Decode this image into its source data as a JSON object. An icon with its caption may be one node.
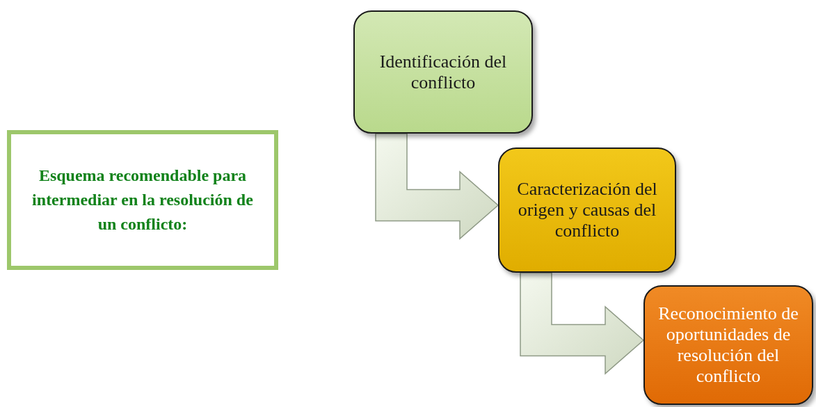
{
  "diagram": {
    "nodes": [
      {
        "text": [
          "Esquema recomendable para intermediar en la resolución de un conflicto:"
        ]
      },
      {
        "text": [
          "Identificación del conflicto"
        ]
      },
      {
        "text": [
          "Caracterización del origen y causas del conflicto"
        ]
      },
      {
        "text": [
          "Reconocimiento de oportunidades de resolución del conflicto"
        ]
      }
    ],
    "edges": [
      {
        "from": 1,
        "to": 2,
        "arrow": "to",
        "style": "thick"
      },
      {
        "from": 2,
        "to": 3,
        "arrow": "to",
        "style": "thick"
      }
    ]
  }
}
